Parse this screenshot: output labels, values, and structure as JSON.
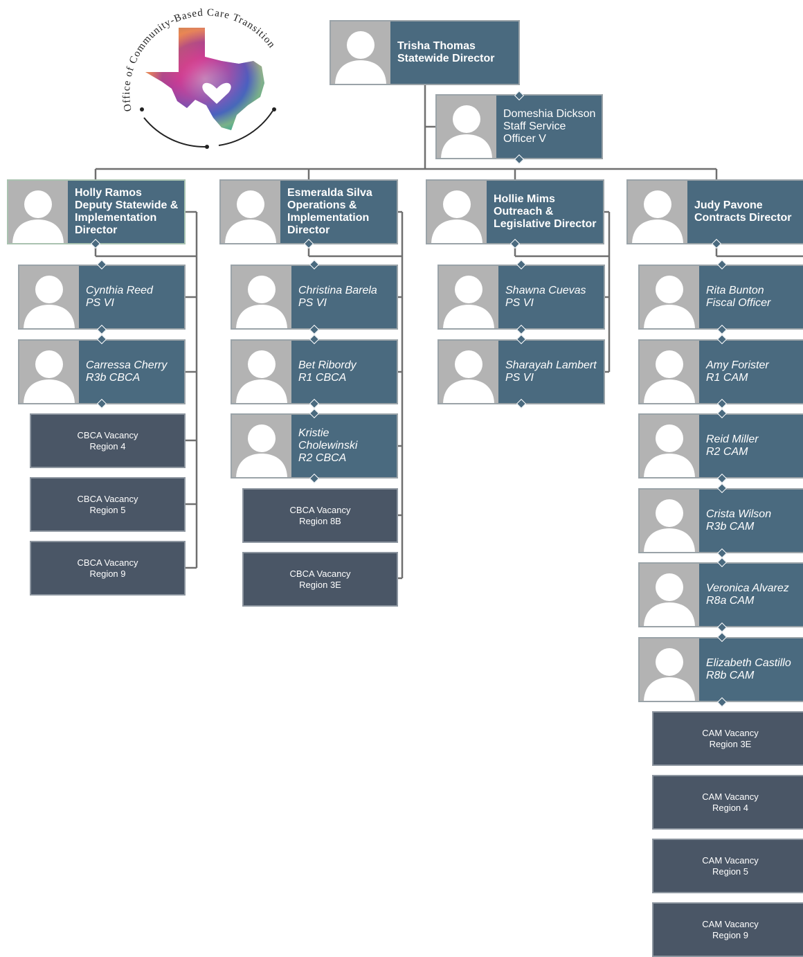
{
  "logo": {
    "ring_text": "Office of Community-Based Care Transition"
  },
  "director": {
    "name": "Trisha Thomas",
    "title": "Statewide Director"
  },
  "staff": {
    "name": "Domeshia Dickson",
    "title_line1": "Staff Service",
    "title_line2": "Officer V"
  },
  "divisions": [
    {
      "name": "Holly Ramos",
      "title_line1": "Deputy Statewide &",
      "title_line2": "Implementation",
      "title_line3": "Director",
      "reports": [
        {
          "name": "Cynthia Reed",
          "title": "PS VI"
        },
        {
          "name": "Carressa Cherry",
          "title": "R3b CBCA"
        }
      ],
      "vacancies": [
        {
          "line1": "CBCA Vacancy",
          "line2": "Region 4"
        },
        {
          "line1": "CBCA Vacancy",
          "line2": "Region 5"
        },
        {
          "line1": "CBCA Vacancy",
          "line2": "Region 9"
        }
      ]
    },
    {
      "name": "Esmeralda Silva",
      "title_line1": "Operations &",
      "title_line2": "Implementation",
      "title_line3": "Director",
      "reports": [
        {
          "name": "Christina Barela",
          "title": "PS VI"
        },
        {
          "name": "Bet Ribordy",
          "title": "R1 CBCA"
        },
        {
          "name": "Kristie",
          "name2": "Cholewinski",
          "title": "R2 CBCA"
        }
      ],
      "vacancies": [
        {
          "line1": "CBCA Vacancy",
          "line2": "Region 8B"
        },
        {
          "line1": "CBCA Vacancy",
          "line2": "Region 3E"
        }
      ]
    },
    {
      "name": "Hollie Mims",
      "title_line1": "Outreach &",
      "title_line2": "Legislative Director",
      "reports": [
        {
          "name": "Shawna Cuevas",
          "title": "PS VI"
        },
        {
          "name": "Sharayah Lambert",
          "title": "PS VI"
        }
      ]
    },
    {
      "name": "Judy Pavone",
      "title_line1": "Contracts Director",
      "reports": [
        {
          "name": "Rita Bunton",
          "title": "Fiscal Officer"
        },
        {
          "name": "Amy Forister",
          "title": "R1 CAM"
        },
        {
          "name": "Reid Miller",
          "title": "R2 CAM"
        },
        {
          "name": "Crista Wilson",
          "title": "R3b CAM"
        },
        {
          "name": "Veronica Alvarez",
          "title": "R8a CAM"
        },
        {
          "name": "Elizabeth Castillo",
          "title": "R8b CAM"
        }
      ],
      "vacancies": [
        {
          "line1": "CAM Vacancy",
          "line2": "Region 3E"
        },
        {
          "line1": "CAM Vacancy",
          "line2": "Region 4"
        },
        {
          "line1": "CAM Vacancy",
          "line2": "Region 5"
        },
        {
          "line1": "CAM Vacancy",
          "line2": "Region 9"
        }
      ]
    }
  ]
}
